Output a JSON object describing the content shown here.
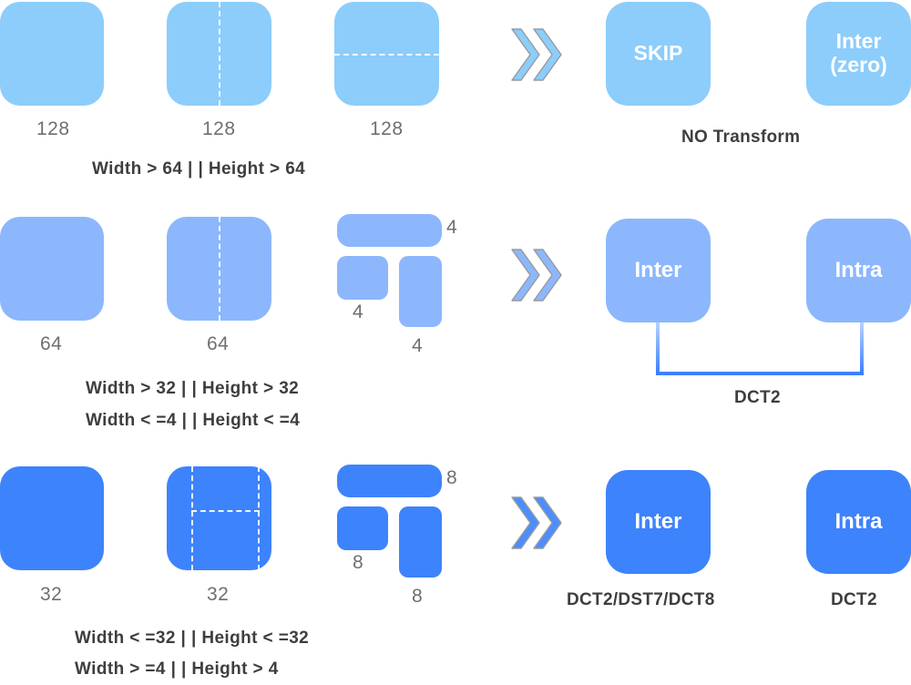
{
  "colors": {
    "row1_block": "#8ccdfb",
    "row2_block": "#8cb7fd",
    "row3_block": "#3d83fc",
    "dim_text": "#6f6f6f",
    "cond_text": "#3e3e3e",
    "bracket_top": "#a9c9fd",
    "bracket_bottom": "#3d7ffb",
    "pill_text": "#ffffff"
  },
  "arrow_icon": "double-chevron-right-icon",
  "rows": [
    {
      "id": "row-128",
      "blocks": [
        {
          "dim_label": "128",
          "split": "none"
        },
        {
          "dim_label": "128",
          "split": "vertical"
        },
        {
          "dim_label": "128",
          "split": "horizontal"
        }
      ],
      "conditions": [
        "Width > 64 | |  Height > 64"
      ],
      "results": [
        {
          "label": "SKIP"
        },
        {
          "label": "Inter\n(zero)",
          "line1": "Inter",
          "line2": "(zero)"
        }
      ],
      "caption": "NO Transform",
      "bracket": null
    },
    {
      "id": "row-64",
      "blocks": [
        {
          "dim_label": "64",
          "split": "none"
        },
        {
          "dim_label": "64",
          "split": "vertical"
        },
        {
          "dim_label": "4",
          "split": "composite",
          "extra_labels": [
            "4",
            "4",
            "4"
          ]
        }
      ],
      "conditions": [
        "Width > 32  | |  Height > 32",
        "Width < =4 | |   Height < =4"
      ],
      "results": [
        {
          "label": "Inter"
        },
        {
          "label": "Intra"
        }
      ],
      "caption": "DCT2",
      "bracket": {
        "label": "DCT2",
        "connects": [
          "Inter",
          "Intra"
        ]
      }
    },
    {
      "id": "row-32",
      "blocks": [
        {
          "dim_label": "32",
          "split": "none"
        },
        {
          "dim_label": "32",
          "split": "vertical-double-horizontal"
        },
        {
          "dim_label": "8",
          "split": "composite",
          "extra_labels": [
            "8",
            "8",
            "8"
          ]
        }
      ],
      "conditions": [
        "Width < =32 | | Height < =32",
        "Width > =4   | | Height > 4"
      ],
      "results": [
        {
          "label": "Inter",
          "caption": "DCT2/DST7/DCT8"
        },
        {
          "label": "Intra",
          "caption": "DCT2"
        }
      ],
      "caption": null,
      "bracket": null
    }
  ],
  "labels": {
    "row1_dim_a": "128",
    "row1_dim_b": "128",
    "row1_dim_c": "128",
    "row1_cond": "Width > 64 | |  Height > 64",
    "row1_skip": "SKIP",
    "row1_inter_l1": "Inter",
    "row1_inter_l2": "(zero)",
    "row1_caption": "NO Transform",
    "row2_dim_a": "64",
    "row2_dim_b": "64",
    "row2_dim_top": "4",
    "row2_dim_left": "4",
    "row2_dim_right": "4",
    "row2_cond1": "Width > 32  | |  Height > 32",
    "row2_cond2": "Width < =4 | |   Height < =4",
    "row2_inter": "Inter",
    "row2_intra": "Intra",
    "row2_bracket_label": "DCT2",
    "row3_dim_a": "32",
    "row3_dim_b": "32",
    "row3_dim_top": "8",
    "row3_dim_left": "8",
    "row3_dim_right": "8",
    "row3_cond1": "Width < =32 | | Height < =32",
    "row3_cond2": "Width > =4   | | Height > 4",
    "row3_inter": "Inter",
    "row3_intra": "Intra",
    "row3_inter_caption": "DCT2/DST7/DCT8",
    "row3_intra_caption": "DCT2"
  }
}
